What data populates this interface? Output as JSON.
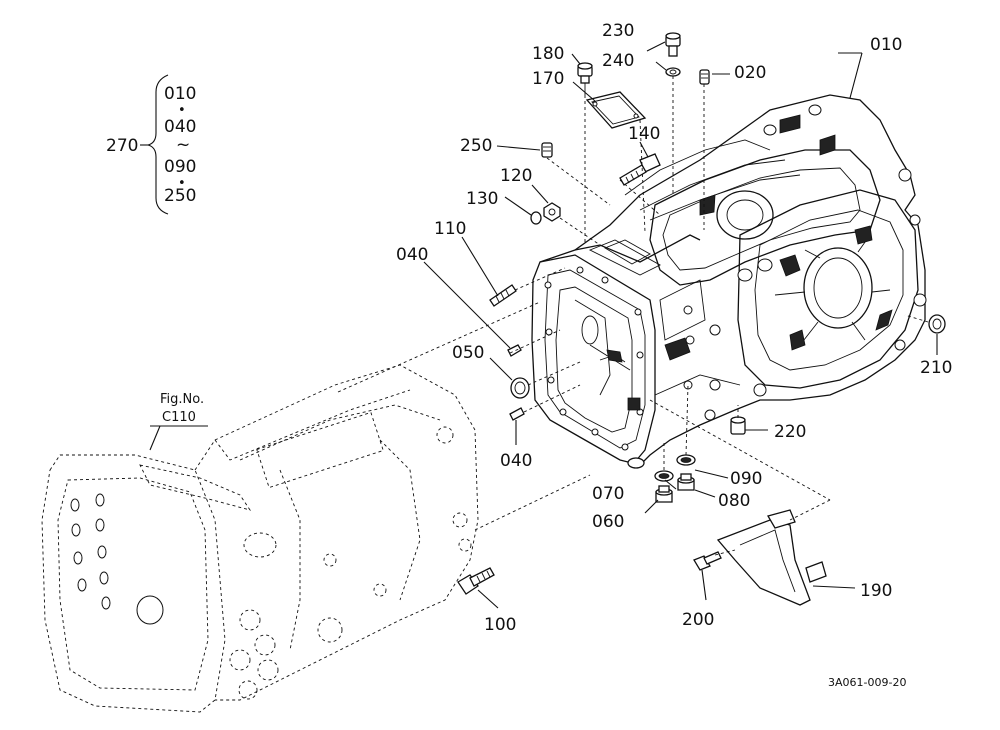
{
  "callouts": [
    {
      "id": "c-010",
      "text": "010"
    },
    {
      "id": "c-020",
      "text": "020"
    },
    {
      "id": "c-040a",
      "text": "040"
    },
    {
      "id": "c-040b",
      "text": "040"
    },
    {
      "id": "c-050",
      "text": "050"
    },
    {
      "id": "c-060",
      "text": "060"
    },
    {
      "id": "c-070",
      "text": "070"
    },
    {
      "id": "c-080",
      "text": "080"
    },
    {
      "id": "c-090",
      "text": "090"
    },
    {
      "id": "c-100",
      "text": "100"
    },
    {
      "id": "c-110",
      "text": "110"
    },
    {
      "id": "c-120",
      "text": "120"
    },
    {
      "id": "c-130",
      "text": "130"
    },
    {
      "id": "c-140",
      "text": "140"
    },
    {
      "id": "c-170",
      "text": "170"
    },
    {
      "id": "c-180",
      "text": "180"
    },
    {
      "id": "c-190",
      "text": "190"
    },
    {
      "id": "c-200",
      "text": "200"
    },
    {
      "id": "c-210",
      "text": "210"
    },
    {
      "id": "c-220",
      "text": "220"
    },
    {
      "id": "c-230",
      "text": "230"
    },
    {
      "id": "c-240",
      "text": "240"
    },
    {
      "id": "c-250",
      "text": "250"
    }
  ],
  "kit": {
    "label": "270",
    "items": [
      "010",
      "040",
      "090",
      "250"
    ],
    "sep_dot": "•",
    "sep_tilde": "~"
  },
  "fig_ref": {
    "line1": "Fig.No.",
    "line2": "C110"
  },
  "drawing_code": "3A061-009-20"
}
